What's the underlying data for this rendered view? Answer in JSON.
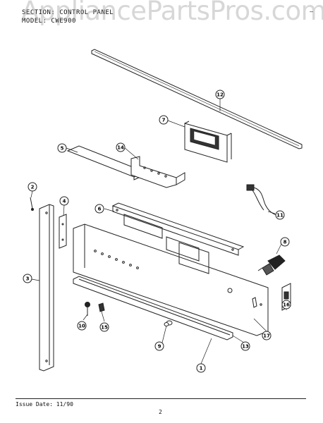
{
  "header": {
    "section_line": "SECTION: CONTROL PANEL",
    "model_line": "MODEL: CWE900"
  },
  "watermark": "AppliancePartsPros.com",
  "top_right_mark": "—",
  "callouts": [
    "1",
    "2",
    "3",
    "4",
    "5",
    "6",
    "7",
    "8",
    "9",
    "10",
    "11",
    "12",
    "13",
    "14",
    "15",
    "16",
    "17"
  ],
  "footer": {
    "issue_date": "Issue Date: 11/90",
    "page_number": "2"
  }
}
